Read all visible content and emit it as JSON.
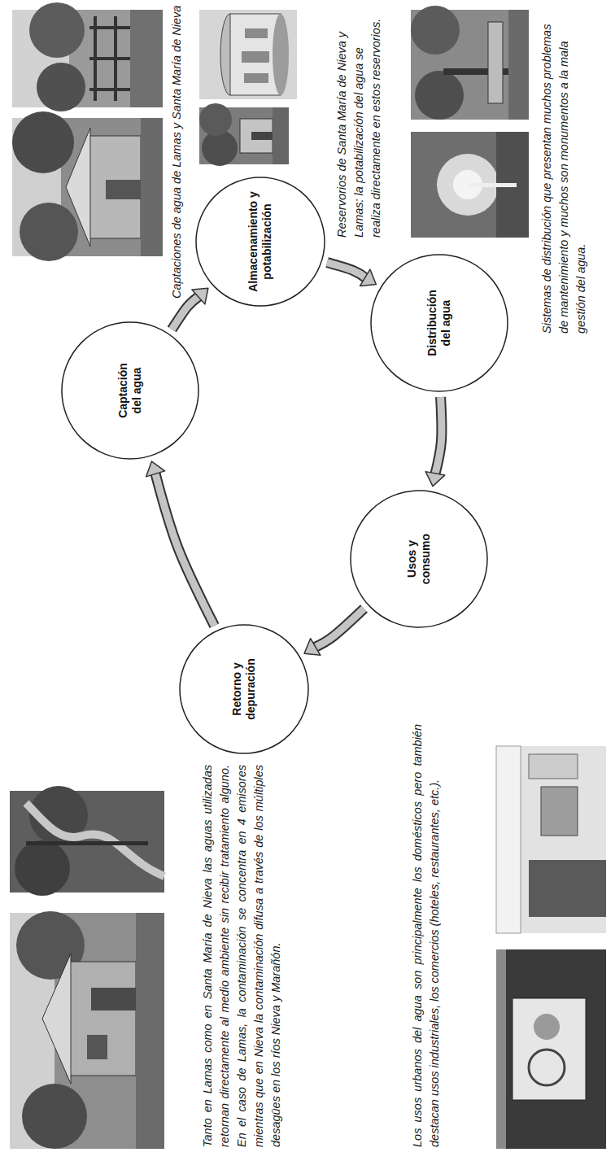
{
  "diagram": {
    "nodes": [
      {
        "text": [
          "Captación del agua"
        ]
      },
      {
        "text": [
          "Almacenamiento y potabilización"
        ]
      },
      {
        "text": [
          "Distribución del agua"
        ]
      },
      {
        "text": [
          "Usos y consumo"
        ]
      },
      {
        "text": [
          "Retorno y depuración"
        ]
      }
    ],
    "edges": [
      {
        "from": 0,
        "to": 1,
        "arrow": "to"
      },
      {
        "from": 1,
        "to": 2,
        "arrow": "to"
      },
      {
        "from": 2,
        "to": 3,
        "arrow": "to"
      },
      {
        "from": 3,
        "to": 4,
        "arrow": "to"
      },
      {
        "from": 4,
        "to": 0,
        "arrow": "to"
      }
    ],
    "labels": [
      "Captaciones de agua de Lamas y Santa María de Nieva",
      "Reservorios de Santa María de Nieva y Lamas: la potabilización del agua se realiza directamente en estos reservorios.",
      "Sistemas de distribución que presentan muchos problemas de mantenimiento y muchos son monumentos a la mala gestión del agua.",
      "Tanto en Lamas como en Santa María de Nieva las aguas utilizadas retornan directamente al medio ambiente sin recibir tratamiento alguno. En el caso de Lamas, la contaminación se concentra en 4 emisores mientras que en Nieva la contaminación difusa a través de los múltiples desagües en los ríos Nieva y Marañón.",
      "Los usos urbanos del agua son principalmente los domésticos pero también destacan usos industriales, los comercios (hoteles, restaurantes, etc.)."
    ]
  }
}
